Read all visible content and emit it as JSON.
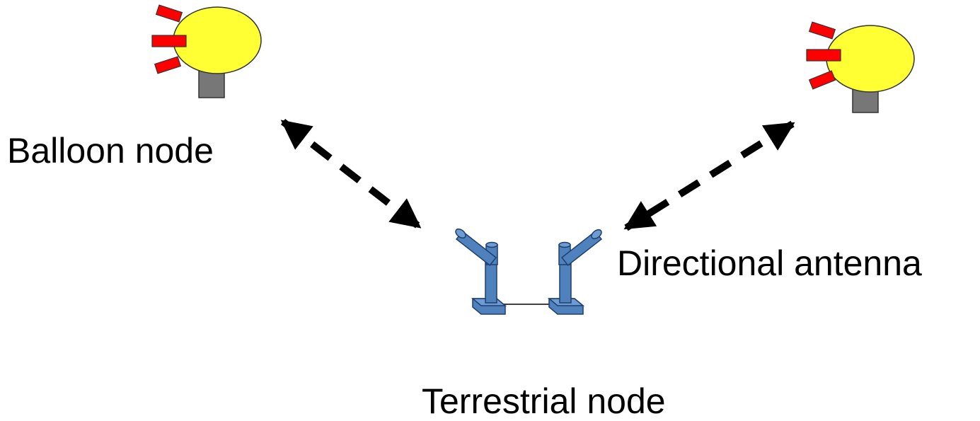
{
  "labels": {
    "balloon_node": "Balloon node",
    "directional_antenna": "Directional antenna",
    "terrestrial_node": "Terrestrial node"
  },
  "colors": {
    "balloon_fill": "#ffff33",
    "balloon_stroke": "#333333",
    "thruster_fill": "#ff0000",
    "payload_fill": "#777777",
    "antenna_fill": "#4f81bd",
    "antenna_stroke": "#1f3f6e",
    "arrow": "#000000"
  },
  "icons": {
    "balloon": "balloon-icon",
    "antenna": "directional-antenna-icon",
    "link": "bidirectional-dashed-arrow"
  }
}
